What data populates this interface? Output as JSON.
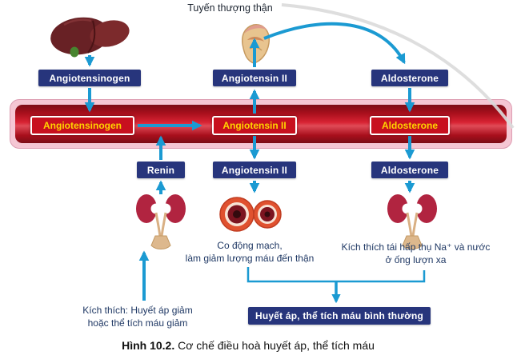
{
  "labels": {
    "adrenal": "Tuyến thượng thận"
  },
  "boxes": {
    "top": {
      "b1": "Angiotensinogen",
      "b2": "Angiotensin II",
      "b3": "Aldosterone"
    },
    "vessel": {
      "b1": "Angiotensinogen",
      "b2": "Angiotensin II",
      "b3": "Aldosterone"
    },
    "below": {
      "renin": "Renin",
      "angiotensin2": "Angiotensin II",
      "aldosterone": "Aldosterone"
    },
    "outcome": "Huyết áp, thể tích máu bình thường"
  },
  "notes": {
    "constriction_l1": "Co động mạch,",
    "constriction_l2": "làm giảm lượng máu đến thận",
    "reabsorption_l1": "Kích thích tái hấp thụ Na⁺ và nước",
    "reabsorption_l2": "ở ống lượn xa",
    "stimulus_l1": "Kích thích: Huyết áp giảm",
    "stimulus_l2": "hoặc thể tích máu giảm"
  },
  "caption": {
    "number": "Hình 10.2.",
    "title": " Cơ chế điều hoà huyết áp, thể tích máu"
  },
  "icons": {
    "liver": "liver-icon",
    "adrenal": "adrenal-gland-icon",
    "kidney_left": "kidney-left-icon",
    "kidney_right": "kidney-right-icon",
    "arterioles": "arteriole-cross-section-icon",
    "swoosh": "background-swoosh"
  },
  "colors": {
    "arrow": "#1b9ad2",
    "navy_box": "#27357c",
    "red_box": "#c8101e",
    "label_yellow": "#ffd400",
    "vessel_pink": "#f5c7d4",
    "vessel_red": "#c4121f"
  }
}
